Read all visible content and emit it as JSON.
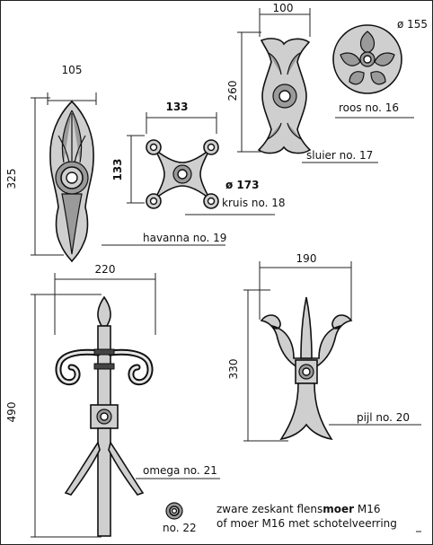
{
  "items": [
    {
      "id": "havanna",
      "label": "havanna no. 19",
      "width": "105",
      "height": "325"
    },
    {
      "id": "kruis",
      "label": "kruis no. 18",
      "width": "133",
      "height": "133",
      "diameter": "ø 173"
    },
    {
      "id": "sluier",
      "label": "sluier no. 17",
      "width": "100",
      "height": "260"
    },
    {
      "id": "roos",
      "label": "roos no. 16",
      "diameter": "ø 155"
    },
    {
      "id": "omega",
      "label": "omega no. 21",
      "width": "220",
      "height": "490"
    },
    {
      "id": "pijl",
      "label": "pijl no. 20",
      "width": "190",
      "height": "330"
    }
  ],
  "nut": {
    "label": "no. 22",
    "line1_pre": "zware zeskant flens",
    "line1_bold": "moer",
    "line1_post": " M16",
    "line2": "of moer M16 met schotelveerring"
  }
}
